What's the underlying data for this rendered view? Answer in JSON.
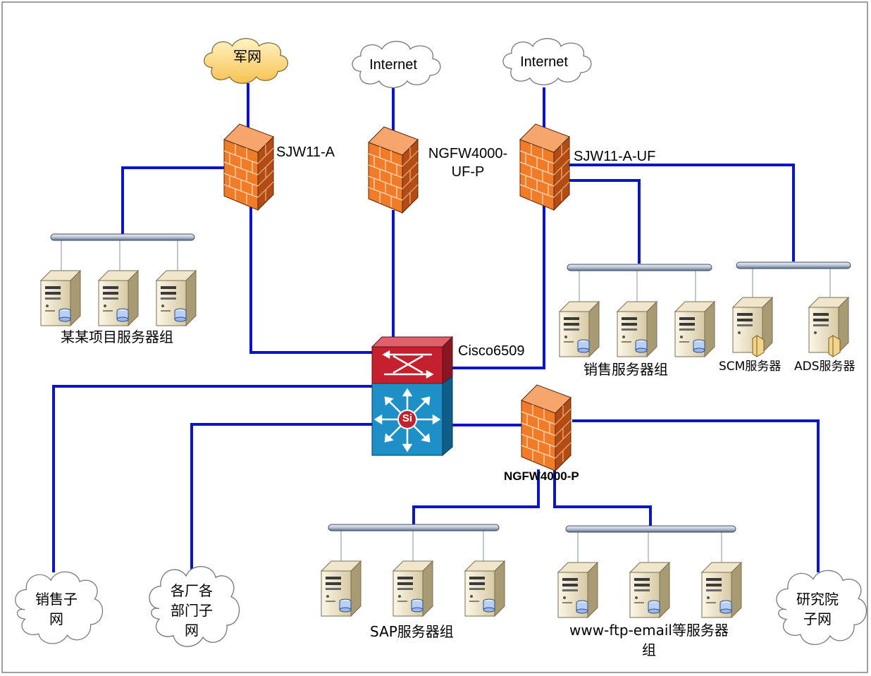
{
  "clouds": {
    "junwang": "军网",
    "internet_1": "Internet",
    "internet_2": "Internet",
    "sales_subnet": [
      "销售子",
      "网"
    ],
    "dept_subnet": [
      "各厂各",
      "部门子",
      "网"
    ],
    "research_subnet": [
      "研究院",
      "子网"
    ]
  },
  "devices": {
    "fw_sjw11a": "SJW11-A",
    "fw_ngfw_ufp": [
      "NGFW4000-",
      "UF-P"
    ],
    "fw_sjw11a_uf": "SJW11-A-UF",
    "switch_core": "Cisco6509",
    "switch_si": "Si",
    "fw_ngfw_p": "NGFW4000-P"
  },
  "groups": {
    "project": "某某项目服务器组",
    "sales": "销售服务器组",
    "scm": "SCM服务器",
    "ads": "ADS服务器",
    "sap": "SAP服务器组",
    "www": [
      "www-ftp-email等服务器",
      "组"
    ]
  },
  "colors": {
    "link": "#0a14c8",
    "firewall": "#f07c2a",
    "cloud_yellow": "#ffd97a",
    "switch_red": "#c4202e",
    "switch_blue": "#1f8fc7"
  }
}
